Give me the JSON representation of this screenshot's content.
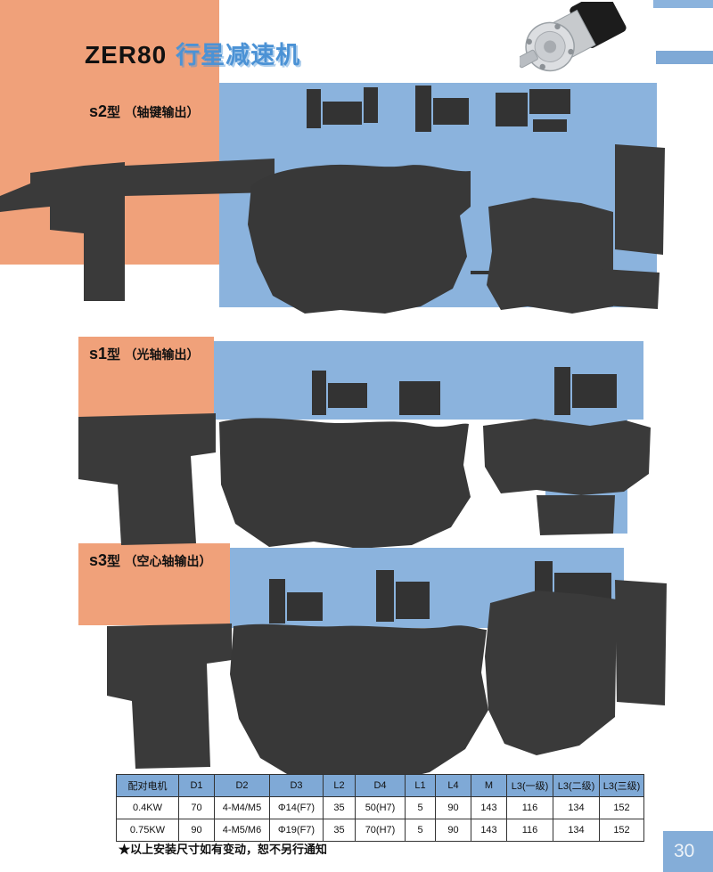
{
  "header": {
    "model": "ZER80",
    "series_title": "行星减速机",
    "page_number": "30"
  },
  "sections": [
    {
      "code": "s2",
      "type_suffix": "型",
      "output_desc": "（轴键输出）"
    },
    {
      "code": "s1",
      "type_suffix": "型",
      "output_desc": "（光轴输出）"
    },
    {
      "code": "s3",
      "type_suffix": "型",
      "output_desc": "（空心轴输出）"
    }
  ],
  "dimension_table": {
    "headers": [
      "配对电机",
      "D1",
      "D2",
      "D3",
      "L2",
      "D4",
      "L1",
      "L4",
      "M",
      "L3(一级)",
      "L3(二级)",
      "L3(三级)"
    ],
    "rows": [
      [
        "0.4KW",
        "70",
        "4-M4/M5",
        "Φ14(F7)",
        "35",
        "50(H7)",
        "5",
        "90",
        "143",
        "116",
        "134",
        "152"
      ],
      [
        "0.75KW",
        "90",
        "4-M5/M6",
        "Φ19(F7)",
        "35",
        "70(H7)",
        "5",
        "90",
        "143",
        "116",
        "134",
        "152"
      ]
    ]
  },
  "footnote": "★以上安装尺寸如有变动，恕不另行通知",
  "icons": {
    "product_photo": "right-angle-planetary-gearbox-photo",
    "drawings": [
      "s2-dimension-drawing",
      "s1-dimension-drawing",
      "s3-dimension-drawing"
    ]
  },
  "colors": {
    "salmon_block": "#F0A17A",
    "drawing_blue": "#8BB3DD",
    "table_header_blue": "#7FA9D6",
    "title_blue": "#4B92D5",
    "drawing_dark": "#3A3A3A",
    "page_tab_blue": "#84ADD8"
  }
}
